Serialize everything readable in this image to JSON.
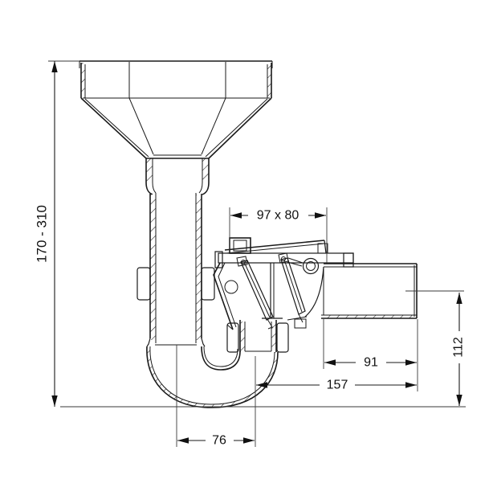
{
  "drawing": {
    "type": "technical-drawing-siphon-with-backflow-valve",
    "dimensions": {
      "height_range_label": "170 - 310",
      "valve_body_label": "97 x 80",
      "outlet_length_label": "91",
      "total_depth_label": "157",
      "outlet_height_label": "112",
      "trap_width_label": "76"
    },
    "colors": {
      "line": "#1a1a1a",
      "dimension_line": "#111111",
      "background": "#ffffff"
    }
  }
}
